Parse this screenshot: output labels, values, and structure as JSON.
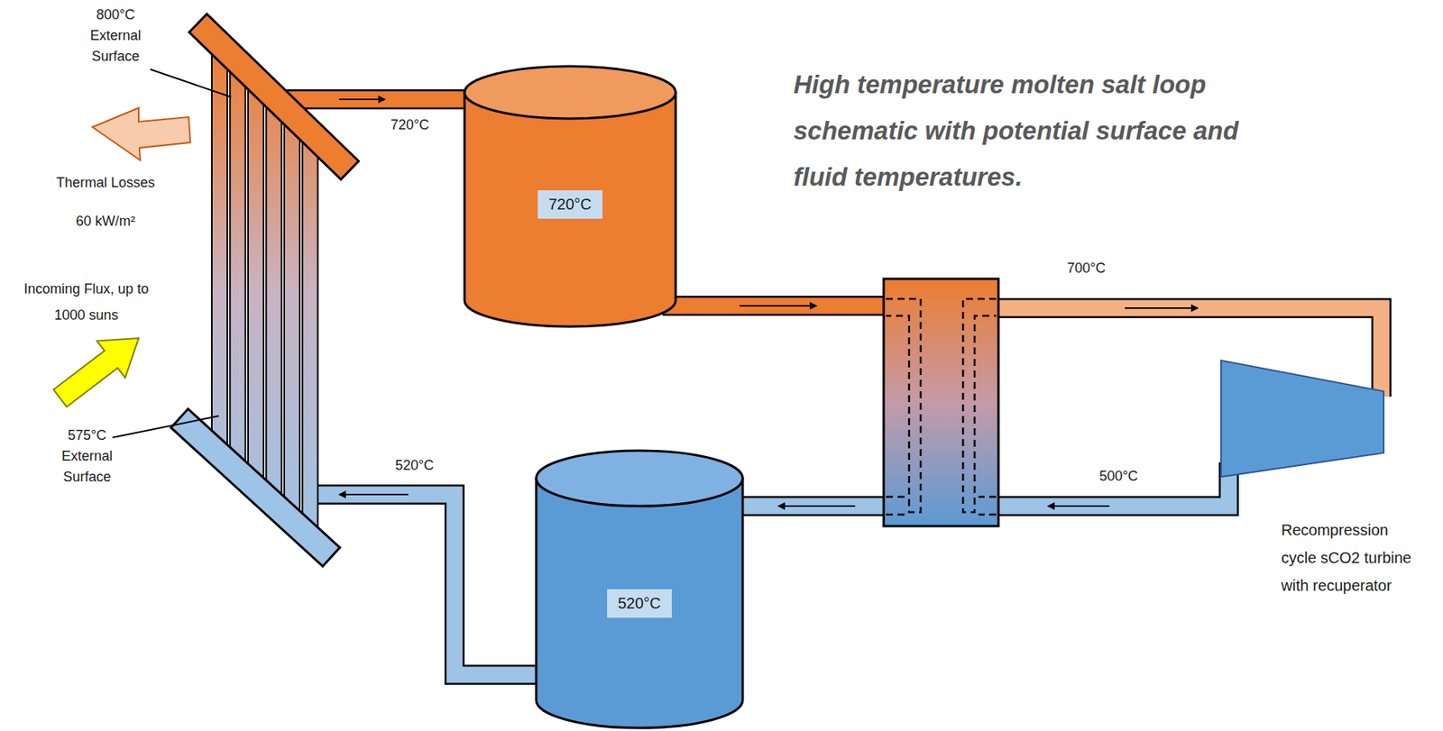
{
  "diagram": {
    "title": "High temperature molten salt loop schematic with potential surface and fluid temperatures.",
    "nodes": [
      {
        "text": [
          "720°C"
        ]
      },
      {
        "text": [
          "520°C"
        ]
      },
      {
        "text": [
          "Recompression cycle sCO2 turbine with recuperator"
        ]
      }
    ],
    "labels": [
      "800°C External Surface",
      "Thermal Losses 60 kW/m²",
      "Incoming Flux, up to 1000 suns",
      "575°C External Surface",
      "720°C",
      "700°C",
      "500°C",
      "520°C"
    ]
  }
}
